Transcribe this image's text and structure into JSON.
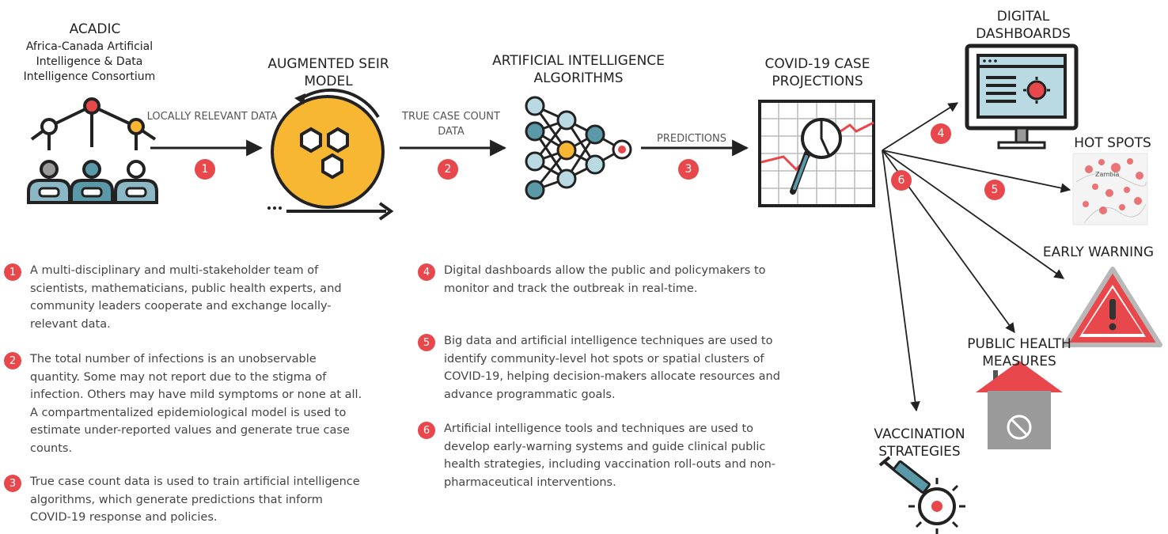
{
  "nodes": {
    "acadic": {
      "title": "ACADIC",
      "subtitle": "Africa-Canada Artificial Intelligence & Data Intelligence Consortium"
    },
    "seir": {
      "title": "AUGMENTED SEIR MODEL"
    },
    "ai": {
      "title": "ARTIFICIAL INTELLIGENCE ALGORITHMS"
    },
    "projections": {
      "title": "COVID-19 CASE PROJECTIONS"
    },
    "dashboards": {
      "title": "DIGITAL DASHBOARDS"
    },
    "hotspots": {
      "title": "HOT SPOTS",
      "map_label": "Zambia"
    },
    "warning": {
      "title": "EARLY WARNING"
    },
    "measures": {
      "title": "PUBLIC HEALTH MEASURES"
    },
    "vaccination": {
      "title": "VACCINATION STRATEGIES"
    }
  },
  "flows": [
    {
      "label": "LOCALLY RELEVANT DATA",
      "step": "1"
    },
    {
      "label": "TRUE CASE COUNT DATA",
      "step": "2"
    },
    {
      "label": "PREDICTIONS",
      "step": "3"
    }
  ],
  "branch_steps": {
    "dashboards": "4",
    "hotspots": "5",
    "other": "6"
  },
  "legend": [
    {
      "num": "1",
      "text": "A multi-disciplinary and multi-stakeholder team of scientists, mathematicians, public health experts, and community leaders cooperate and exchange locally-relevant data."
    },
    {
      "num": "2",
      "text": "The total number of infections is an unobservable quantity. Some may not report due to the stigma of infection. Others may have mild symptoms or none at all. A compartmentalized epidemiological model is used to estimate under-reported values and generate true case counts."
    },
    {
      "num": "3",
      "text": "True case count data is used to train artificial intelligence algorithms, which generate predictions that inform COVID-19 response and policies."
    },
    {
      "num": "4",
      "text": "Digital dashboards allow the public and policymakers to monitor and track the outbreak in real-time."
    },
    {
      "num": "5",
      "text": "Big data and artificial intelligence techniques are used to identify community-level hot spots or spatial clusters of COVID-19, helping decision-makers allocate resources and advance programmatic goals."
    },
    {
      "num": "6",
      "text": "Artificial intelligence tools and techniques are used to develop early-warning systems and guide clinical public health strategies, including vaccination roll-outs and non-pharmaceutical interventions."
    }
  ],
  "colors": {
    "accent": "#e8474b",
    "yellow": "#f7b733",
    "teal": "#5a9aa8",
    "dark": "#222222",
    "gray": "#9a9a9a"
  }
}
